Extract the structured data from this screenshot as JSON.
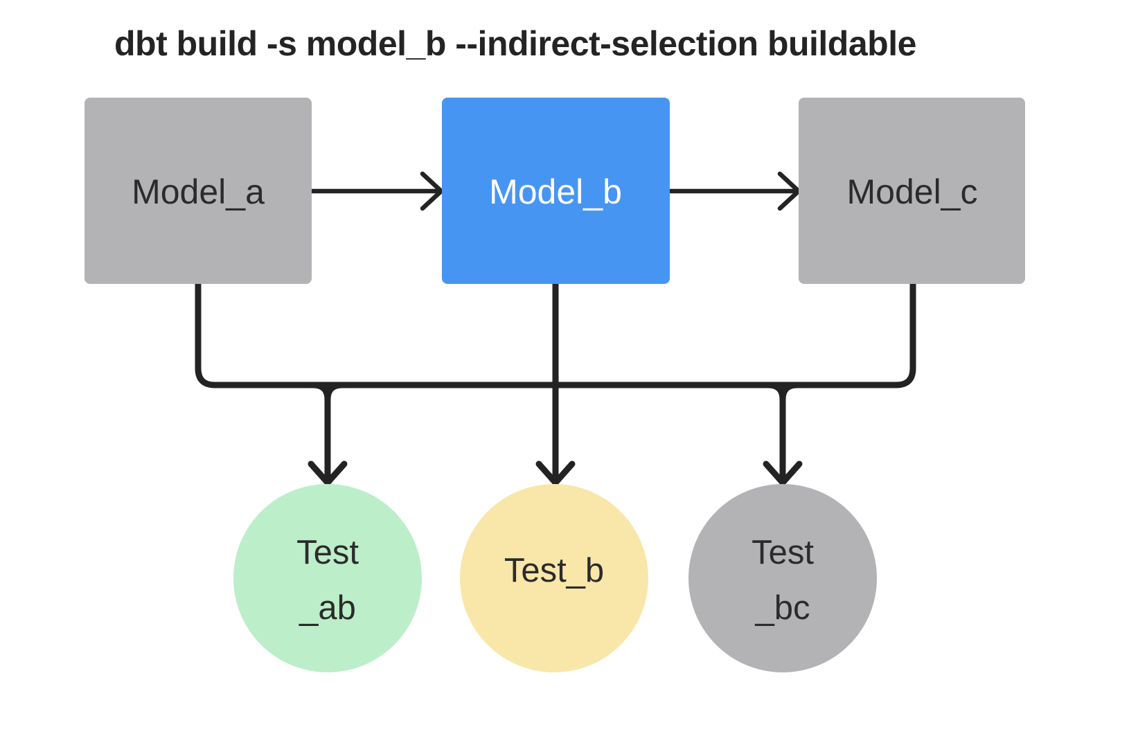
{
  "title": {
    "text": "dbt build -s model_b --indirect-selection buildable",
    "color": "#242424"
  },
  "diagram": {
    "line_color": "#232323",
    "models": [
      {
        "id": "model_a",
        "label": "Model_a",
        "fill": "#b3b3b5",
        "text_color": "#2b2b2b"
      },
      {
        "id": "model_b",
        "label": "Model_b",
        "fill": "#4795f2",
        "text_color": "#ffffff"
      },
      {
        "id": "model_c",
        "label": "Model_c",
        "fill": "#b3b3b5",
        "text_color": "#2b2b2b"
      }
    ],
    "tests": [
      {
        "id": "test_ab",
        "line1": "Test",
        "line2": "_ab",
        "fill": "#bceec9",
        "text_color": "#2b2b2b"
      },
      {
        "id": "test_b",
        "line1": "Test_b",
        "line2": "",
        "fill": "#f9e7a9",
        "text_color": "#2b2b2b"
      },
      {
        "id": "test_bc",
        "line1": "Test",
        "line2": "_bc",
        "fill": "#b3b3b5",
        "text_color": "#2b2b2b"
      }
    ],
    "edges": [
      {
        "from": "model_a",
        "to": "model_b"
      },
      {
        "from": "model_b",
        "to": "model_c"
      },
      {
        "from": "model_a",
        "to": "test_ab"
      },
      {
        "from": "model_b",
        "to": "test_ab"
      },
      {
        "from": "model_b",
        "to": "test_b"
      },
      {
        "from": "model_b",
        "to": "test_bc"
      },
      {
        "from": "model_c",
        "to": "test_bc"
      }
    ]
  }
}
